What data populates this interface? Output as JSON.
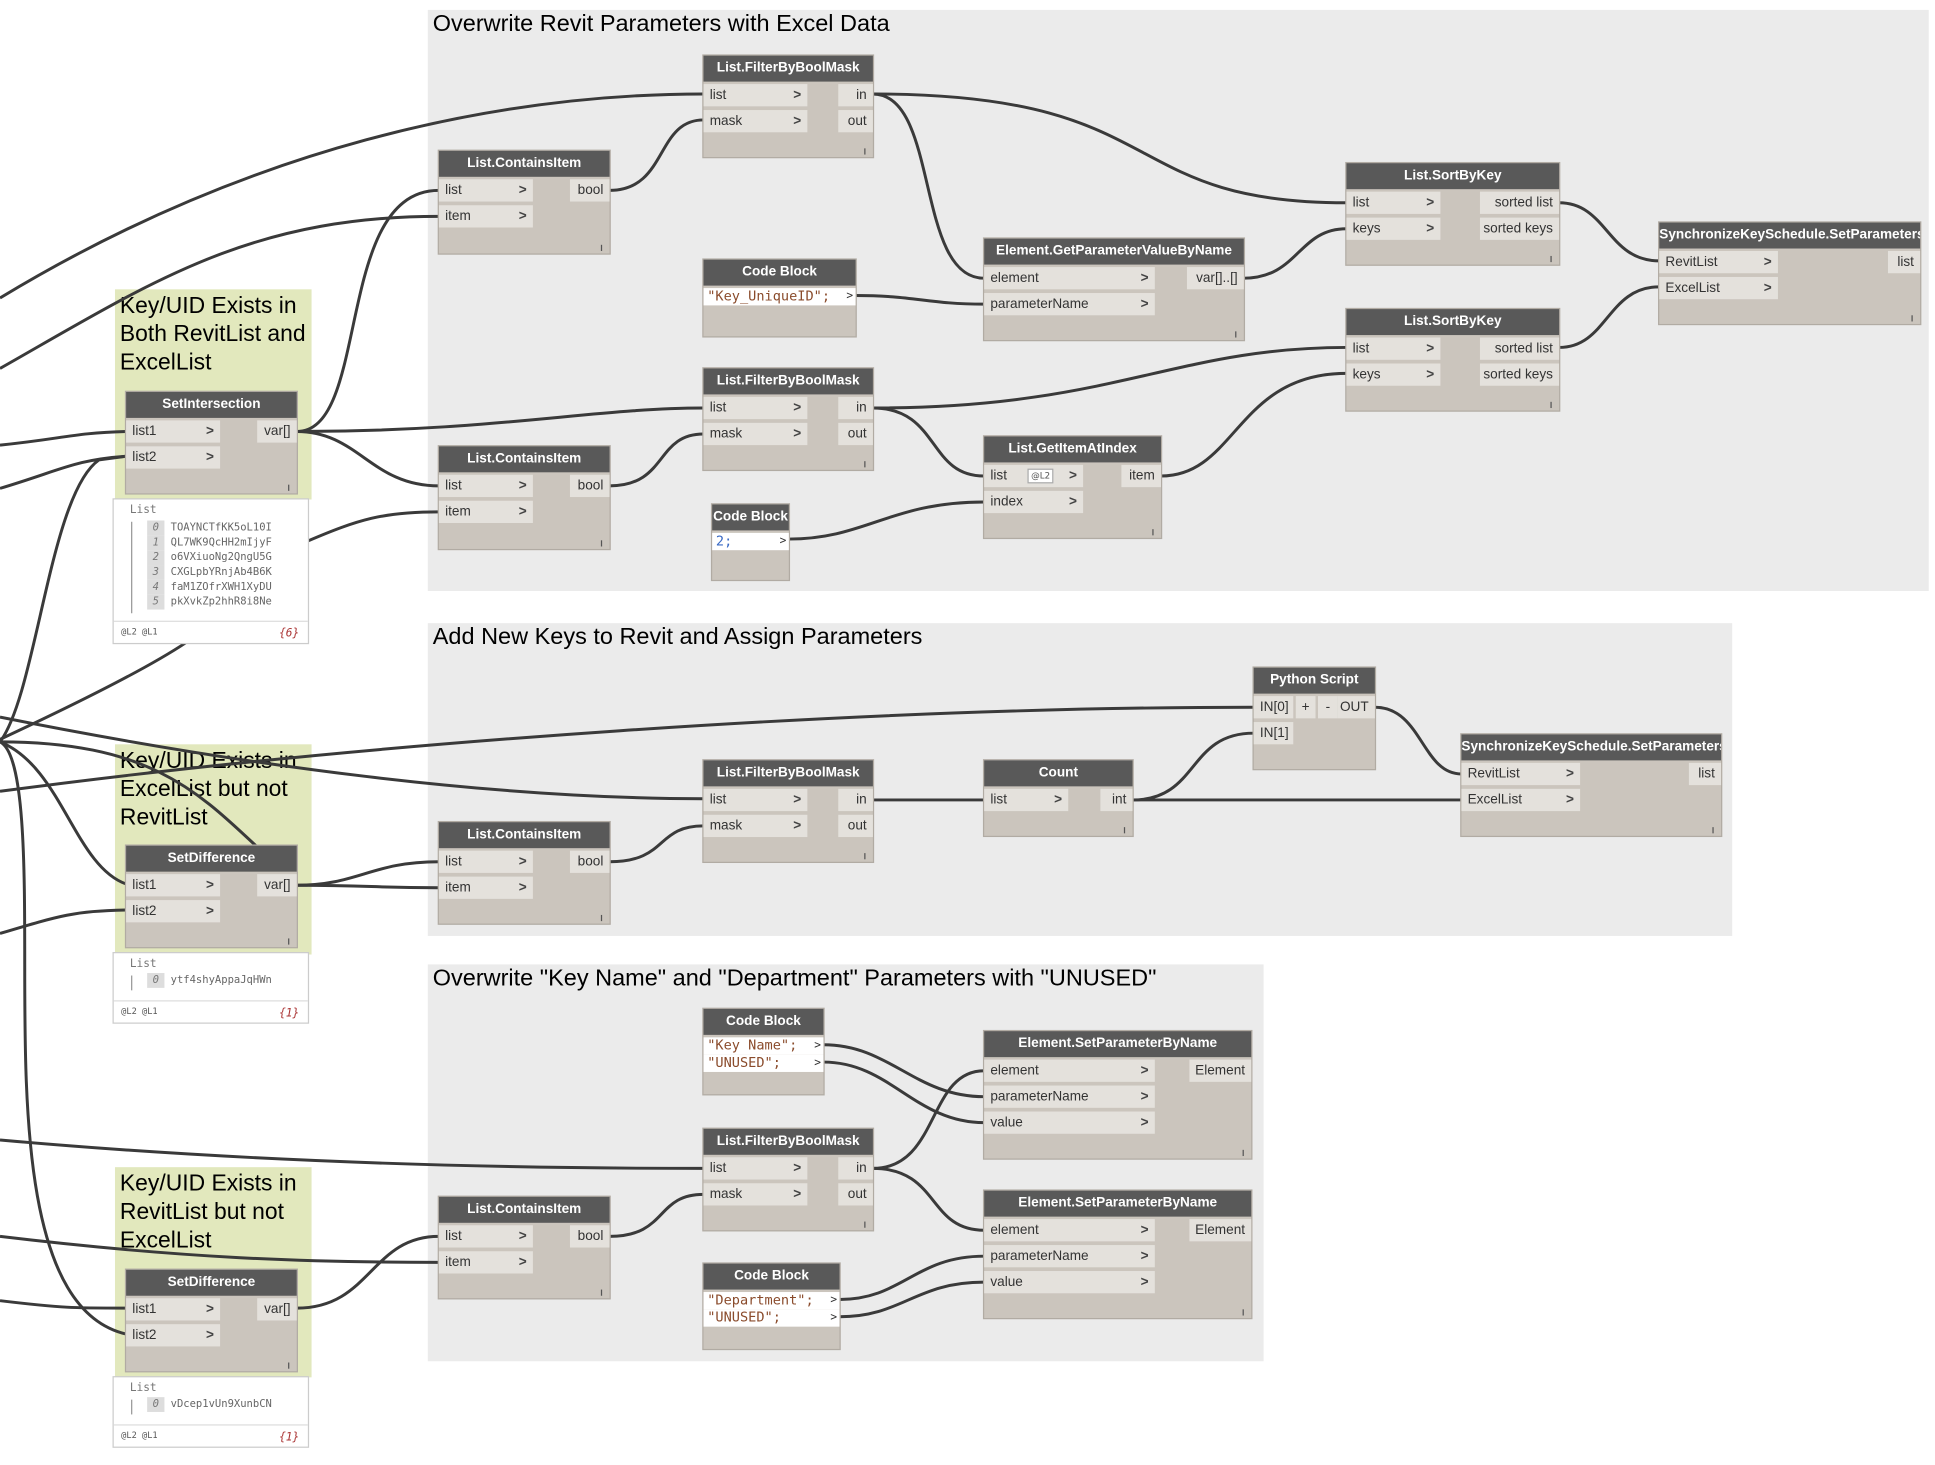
{
  "groups": {
    "overwrite": "Overwrite Revit Parameters with Excel Data",
    "addnew": "Add New Keys to Revit and Assign Parameters",
    "unused": "Overwrite \"Key Name\" and \"Department\" Parameters with \"UNUSED\"",
    "both": "Key/UID Exists in Both RevitList and ExcelList",
    "excel_not_revit": "Key/UID Exists in ExcelList but not RevitList",
    "revit_not_excel": "Key/UID Exists in RevitList but not ExcelList"
  },
  "nodes": {
    "filter1": {
      "title": "List.FilterByBoolMask",
      "in1": "list",
      "in2": "mask",
      "out1": "in",
      "out2": "out"
    },
    "contains1": {
      "title": "List.ContainsItem",
      "in1": "list",
      "in2": "item",
      "out1": "bool"
    },
    "code1": {
      "title": "Code Block",
      "line1": "\"Key_UniqueID\";",
      "arrow": ">"
    },
    "getparam": {
      "title": "Element.GetParameterValueByName",
      "in1": "element",
      "in2": "parameterName",
      "out1": "var[]..[]"
    },
    "sort1": {
      "title": "List.SortByKey",
      "in1": "list",
      "in2": "keys",
      "out1": "sorted list",
      "out2": "sorted keys"
    },
    "sync1": {
      "title": "SynchronizeKeySchedule.SetParameters",
      "in1": "RevitList",
      "in2": "ExcelList",
      "out1": "list"
    },
    "sort2": {
      "title": "List.SortByKey",
      "in1": "list",
      "in2": "keys",
      "out1": "sorted list",
      "out2": "sorted keys"
    },
    "filter2": {
      "title": "List.FilterByBoolMask",
      "in1": "list",
      "in2": "mask",
      "out1": "in",
      "out2": "out"
    },
    "contains2": {
      "title": "List.ContainsItem",
      "in1": "list",
      "in2": "item",
      "out1": "bool"
    },
    "getitem": {
      "title": "List.GetItemAtIndex",
      "in1": "list",
      "in2": "index",
      "out1": "item",
      "level": "@L2"
    },
    "code2": {
      "title": "Code Block",
      "line1": "2;",
      "arrow": ">"
    },
    "setint": {
      "title": "SetIntersection",
      "in1": "list1",
      "in2": "list2",
      "out1": "var[]"
    },
    "python": {
      "title": "Python Script",
      "in1": "IN[0]",
      "in2": "IN[1]",
      "out1": "OUT",
      "plus": "+",
      "minus": "-"
    },
    "sync2": {
      "title": "SynchronizeKeySchedule.SetParameters",
      "in1": "RevitList",
      "in2": "ExcelList",
      "out1": "list"
    },
    "filter3": {
      "title": "List.FilterByBoolMask",
      "in1": "list",
      "in2": "mask",
      "out1": "in",
      "out2": "out"
    },
    "count": {
      "title": "Count",
      "in1": "list",
      "out1": "int"
    },
    "contains3": {
      "title": "List.ContainsItem",
      "in1": "list",
      "in2": "item",
      "out1": "bool"
    },
    "setdiff1": {
      "title": "SetDifference",
      "in1": "list1",
      "in2": "list2",
      "out1": "var[]"
    },
    "code3": {
      "title": "Code Block",
      "line1": "\"Key Name\";",
      "line2": "\"UNUSED\";",
      "arrow": ">"
    },
    "setparam1": {
      "title": "Element.SetParameterByName",
      "in1": "element",
      "in2": "parameterName",
      "in3": "value",
      "out1": "Element"
    },
    "filter4": {
      "title": "List.FilterByBoolMask",
      "in1": "list",
      "in2": "mask",
      "out1": "in",
      "out2": "out"
    },
    "setparam2": {
      "title": "Element.SetParameterByName",
      "in1": "element",
      "in2": "parameterName",
      "in3": "value",
      "out1": "Element"
    },
    "contains4": {
      "title": "List.ContainsItem",
      "in1": "list",
      "in2": "item",
      "out1": "bool"
    },
    "code4": {
      "title": "Code Block",
      "line1": "\"Department\";",
      "line2": "\"UNUSED\";",
      "arrow": ">"
    },
    "setdiff2": {
      "title": "SetDifference",
      "in1": "list1",
      "in2": "list2",
      "out1": "var[]"
    }
  },
  "previews": {
    "p1": {
      "label": "List",
      "items": [
        {
          "i": "0",
          "v": "TOAYNCTfKK5oL10I"
        },
        {
          "i": "1",
          "v": "QL7WK9QcHH2mIjyF"
        },
        {
          "i": "2",
          "v": "o6VXiuoNg2QngU5G"
        },
        {
          "i": "3",
          "v": "CXGLpbYRnjAb4B6K"
        },
        {
          "i": "4",
          "v": "faM1ZOfrXWH1XyDU"
        },
        {
          "i": "5",
          "v": "pkXvkZp2hhR8i8Ne"
        }
      ],
      "levels": "@L2 @L1",
      "count": "{6}"
    },
    "p2": {
      "label": "List",
      "items": [
        {
          "i": "0",
          "v": "ytf4shyAppaJqHWn"
        }
      ],
      "levels": "@L2 @L1",
      "count": "{1}"
    },
    "p3": {
      "label": "List",
      "items": [
        {
          "i": "0",
          "v": "vDcep1vUn9XunbCN"
        }
      ],
      "levels": "@L2 @L1",
      "count": "{1}"
    }
  },
  "colors": {
    "group": "#ebebeb",
    "group_green": "#e2e8bd",
    "node_header": "#595959",
    "node_body": "#cbc5bd",
    "wire": "#3a3a3a"
  }
}
